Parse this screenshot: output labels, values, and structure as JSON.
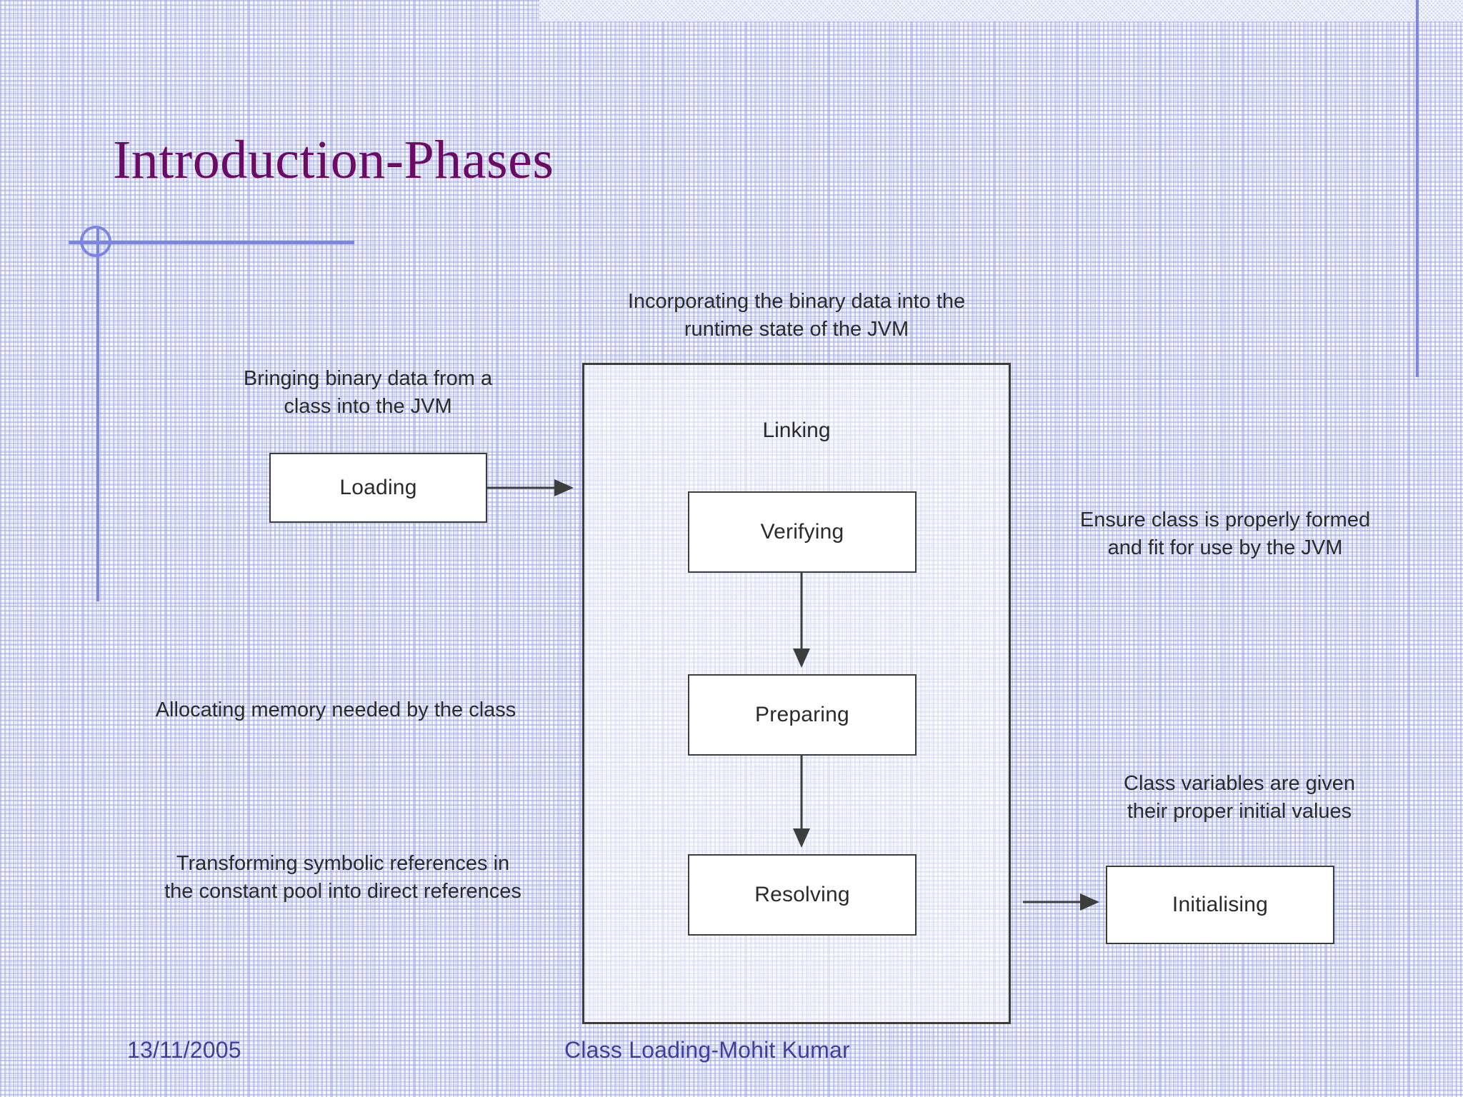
{
  "slide": {
    "title": "Introduction-Phases",
    "title_color": "#6b0b63",
    "accent_color": "#7b86e0",
    "band_color": "#ccd4f2",
    "footer": {
      "date": "13/11/2005",
      "center": "Class Loading-Mohit Kumar",
      "color": "#3f3f9c"
    }
  },
  "diagram": {
    "type": "flowchart",
    "group_label": "Linking",
    "boxes": [
      {
        "id": "loading",
        "label": "Loading"
      },
      {
        "id": "verifying",
        "label": "Verifying"
      },
      {
        "id": "preparing",
        "label": "Preparing"
      },
      {
        "id": "resolving",
        "label": "Resolving"
      },
      {
        "id": "initialising",
        "label": "Initialising"
      }
    ],
    "edges": [
      {
        "from": "loading",
        "to": "linking-frame"
      },
      {
        "from": "verifying",
        "to": "preparing"
      },
      {
        "from": "preparing",
        "to": "resolving"
      },
      {
        "from": "resolving",
        "to": "initialising"
      }
    ],
    "notes": [
      {
        "id": "note-loading",
        "target": "loading",
        "text": "Bringing binary data from a\nclass into the JVM"
      },
      {
        "id": "note-linking",
        "target": "linking-frame",
        "text": "Incorporating the binary data into the\nruntime state of the JVM"
      },
      {
        "id": "note-verifying",
        "target": "verifying",
        "text": "Ensure class is properly formed\nand fit for use by the JVM"
      },
      {
        "id": "note-preparing",
        "target": "preparing",
        "text": "Allocating memory needed by the class"
      },
      {
        "id": "note-resolving",
        "target": "resolving",
        "text": "Transforming symbolic references in\nthe constant pool into direct references"
      },
      {
        "id": "note-initialising",
        "target": "initialising",
        "text": "Class variables are given\ntheir proper initial values"
      }
    ]
  }
}
